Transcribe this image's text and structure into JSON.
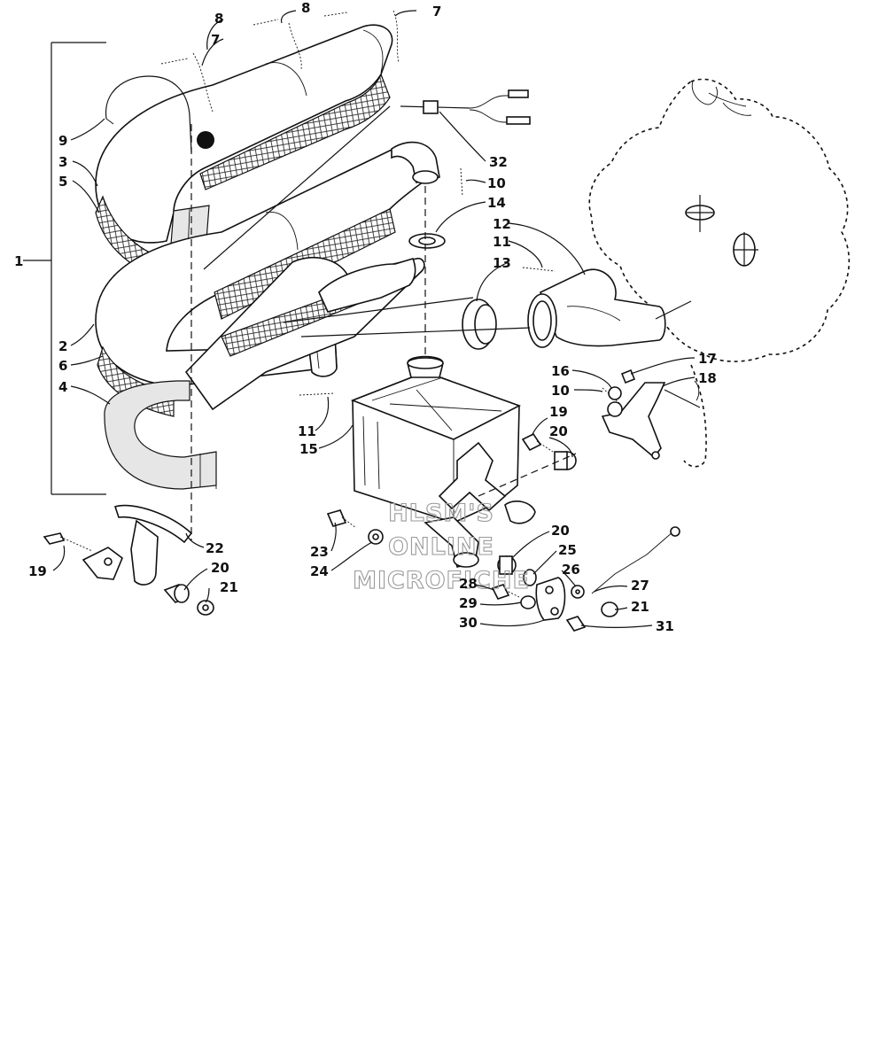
{
  "watermark": {
    "line1": "HLSM'S",
    "line2": "ONLINE",
    "line3": "MICROFICHE"
  },
  "callouts": [
    {
      "id": "c1",
      "text": "1"
    },
    {
      "id": "c2",
      "text": "2"
    },
    {
      "id": "c3",
      "text": "3"
    },
    {
      "id": "c4",
      "text": "4"
    },
    {
      "id": "c5",
      "text": "5"
    },
    {
      "id": "c6",
      "text": "6"
    },
    {
      "id": "c7a",
      "text": "7"
    },
    {
      "id": "c7b",
      "text": "7"
    },
    {
      "id": "c8a",
      "text": "8"
    },
    {
      "id": "c8b",
      "text": "8"
    },
    {
      "id": "c9",
      "text": "9"
    },
    {
      "id": "c10a",
      "text": "10"
    },
    {
      "id": "c10b",
      "text": "10"
    },
    {
      "id": "c11a",
      "text": "11"
    },
    {
      "id": "c11b",
      "text": "11"
    },
    {
      "id": "c12",
      "text": "12"
    },
    {
      "id": "c13",
      "text": "13"
    },
    {
      "id": "c14",
      "text": "14"
    },
    {
      "id": "c15",
      "text": "15"
    },
    {
      "id": "c16",
      "text": "16"
    },
    {
      "id": "c17",
      "text": "17"
    },
    {
      "id": "c18",
      "text": "18"
    },
    {
      "id": "c19a",
      "text": "19"
    },
    {
      "id": "c19b",
      "text": "19"
    },
    {
      "id": "c20a",
      "text": "20"
    },
    {
      "id": "c20b",
      "text": "20"
    },
    {
      "id": "c20c",
      "text": "20"
    },
    {
      "id": "c21a",
      "text": "21"
    },
    {
      "id": "c21b",
      "text": "21"
    },
    {
      "id": "c22",
      "text": "22"
    },
    {
      "id": "c23",
      "text": "23"
    },
    {
      "id": "c24",
      "text": "24"
    },
    {
      "id": "c25",
      "text": "25"
    },
    {
      "id": "c26",
      "text": "26"
    },
    {
      "id": "c27",
      "text": "27"
    },
    {
      "id": "c28",
      "text": "28"
    },
    {
      "id": "c29",
      "text": "29"
    },
    {
      "id": "c30",
      "text": "30"
    },
    {
      "id": "c31",
      "text": "31"
    },
    {
      "id": "c32",
      "text": "32"
    }
  ]
}
